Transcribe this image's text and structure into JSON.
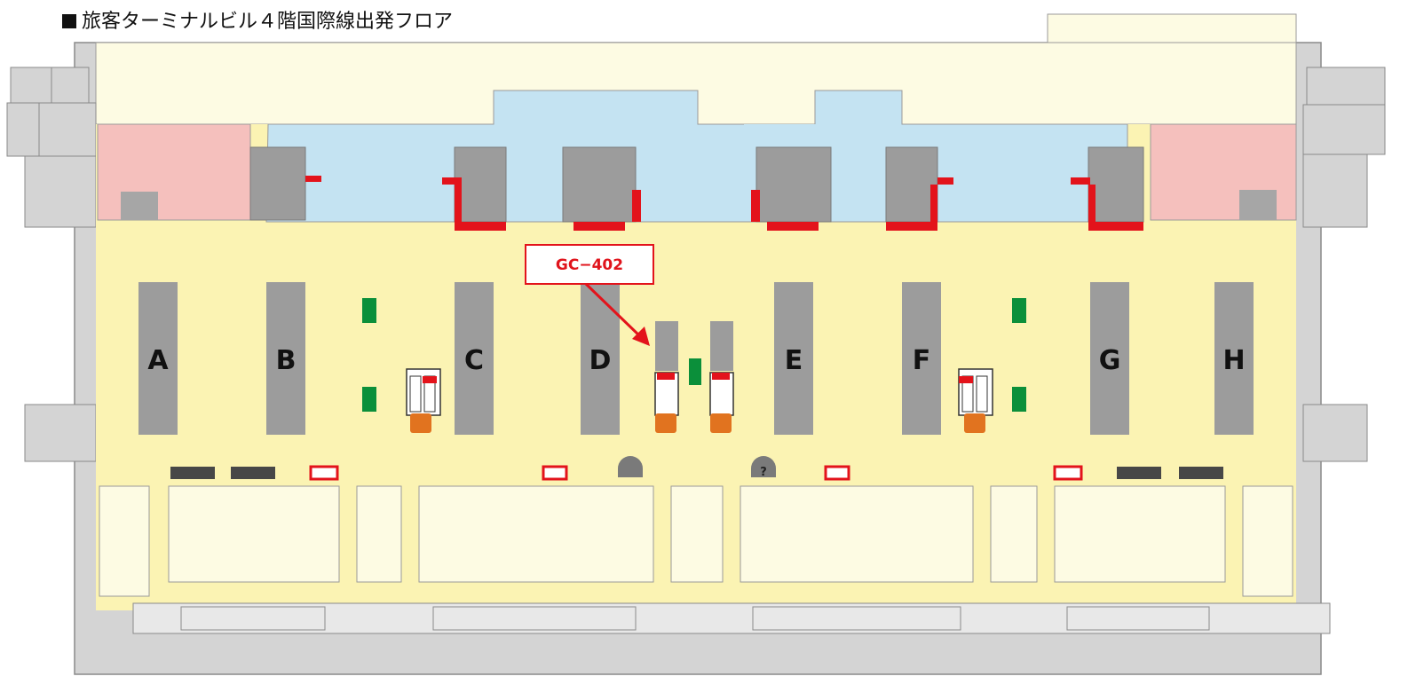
{
  "title": "■旅客ターミナルビル４階国際線出発フロア",
  "colors": {
    "floor": "#fbf3b3",
    "outer_floor": "#fdfbe3",
    "airside": "#c4e3f2",
    "lounge": "#f5c0bd",
    "counter": "#9c9c9c",
    "wall": "#7a7a7a",
    "highlight": "#e3131b",
    "exit_sign": "#0b8f3a",
    "escalator": "#e1731f",
    "dark_bar": "#474747"
  },
  "counters": [
    {
      "id": "A",
      "label": "A"
    },
    {
      "id": "B",
      "label": "B"
    },
    {
      "id": "C",
      "label": "C"
    },
    {
      "id": "D",
      "label": "D"
    },
    {
      "id": "E",
      "label": "E"
    },
    {
      "id": "F",
      "label": "F"
    },
    {
      "id": "G",
      "label": "G"
    },
    {
      "id": "H",
      "label": "H"
    }
  ],
  "callout": {
    "label": "GC−402"
  },
  "icons": {
    "info": "?",
    "escalator": "escalator-icon",
    "exit": "exit-sign-icon"
  }
}
